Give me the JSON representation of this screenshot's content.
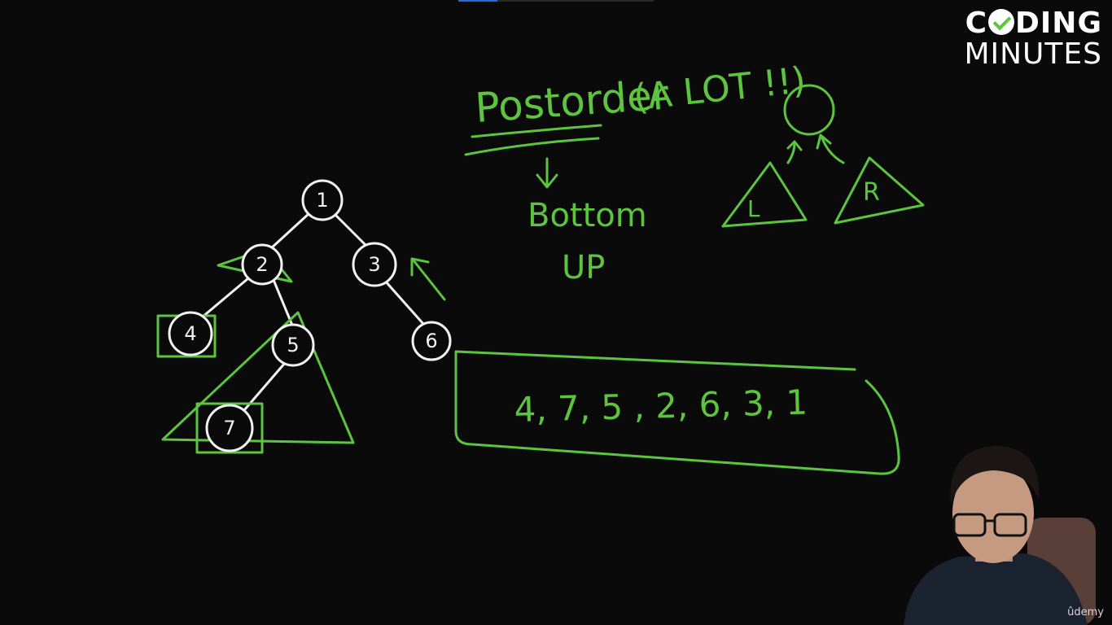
{
  "video": {
    "brand_line1_a": "C",
    "brand_line1_b": "DING",
    "brand_line2": "MINUTES",
    "watermark": "ûdemy"
  },
  "whiteboard": {
    "heading": "Postorder",
    "aside": "(A LOT !!)",
    "arrow_label_1": "Bottom",
    "arrow_label_2": "UP",
    "left_subtree": "L",
    "right_subtree": "R",
    "traversal_result": "4, 7, 5 , 2, 6, 3, 1",
    "tree_nodes": [
      "1",
      "2",
      "3",
      "4",
      "5",
      "6",
      "7"
    ]
  },
  "colors": {
    "background": "#0a0a0a",
    "pen_green": "#5cc43f",
    "pen_white": "#f2f2f2"
  }
}
